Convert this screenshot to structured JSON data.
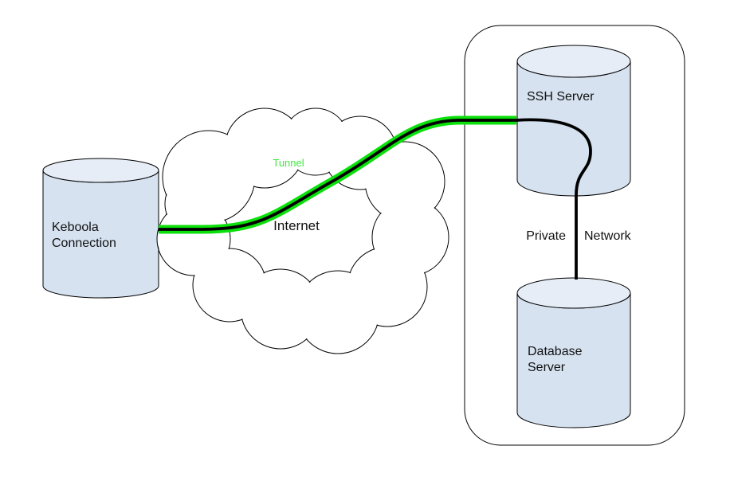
{
  "diagram": {
    "nodes": {
      "keboola_connection": {
        "line1": "Keboola",
        "line2": "Connection"
      },
      "internet_cloud": {
        "label": "Internet"
      },
      "tunnel": {
        "label": "Tunnel"
      },
      "ssh_server": {
        "label": "SSH Server"
      },
      "private_network": {
        "word1": "Private",
        "word2": "Network"
      },
      "database_server": {
        "line1": "Database",
        "line2": "Server"
      }
    },
    "colors": {
      "background": "#ffffff",
      "tunnel_green": "#0be00b",
      "tunnel_label_green": "#3fe83f",
      "line_black": "#000000",
      "cylinder_fill": "#d6e2f0",
      "cylinder_top_fill": "#e7edf6",
      "shape_stroke": "#000000",
      "text_color": "#111111"
    }
  }
}
